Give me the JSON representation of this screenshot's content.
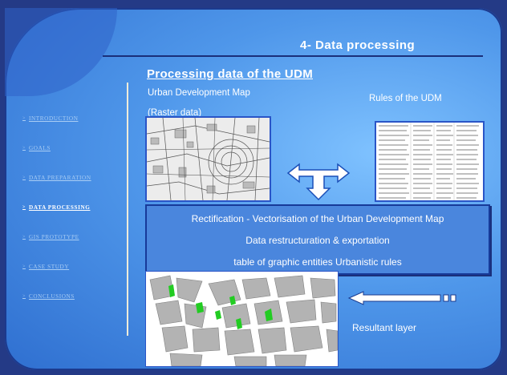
{
  "slide": {
    "section_title": "4- Data processing",
    "sub_heading": "Processing data of the UDM",
    "udm_label": "Urban Development Map",
    "raster_label": "(Raster data)",
    "rules_label": "Rules of the UDM",
    "process_lines": [
      "Rectification - Vectorisation of the Urban Development Map",
      "Data restructuration & exportation",
      "table of graphic entities Urbanistic rules"
    ],
    "result_label": "Resultant layer"
  },
  "nav": {
    "items": [
      {
        "label": "INTRODUCTION",
        "active": false
      },
      {
        "label": "GOALS",
        "active": false
      },
      {
        "label": "DATA PREPARATION",
        "active": false
      },
      {
        "label": "DATA PROCESSING",
        "active": true
      },
      {
        "label": "GIS PROTOTYPE",
        "active": false
      },
      {
        "label": "CASE STUDY",
        "active": false
      },
      {
        "label": "CONCLUSIONS",
        "active": false
      }
    ]
  },
  "colors": {
    "background": "#243a86",
    "panel": "#4f97ea",
    "map_green": "#22cc22",
    "text": "#ffffff"
  }
}
